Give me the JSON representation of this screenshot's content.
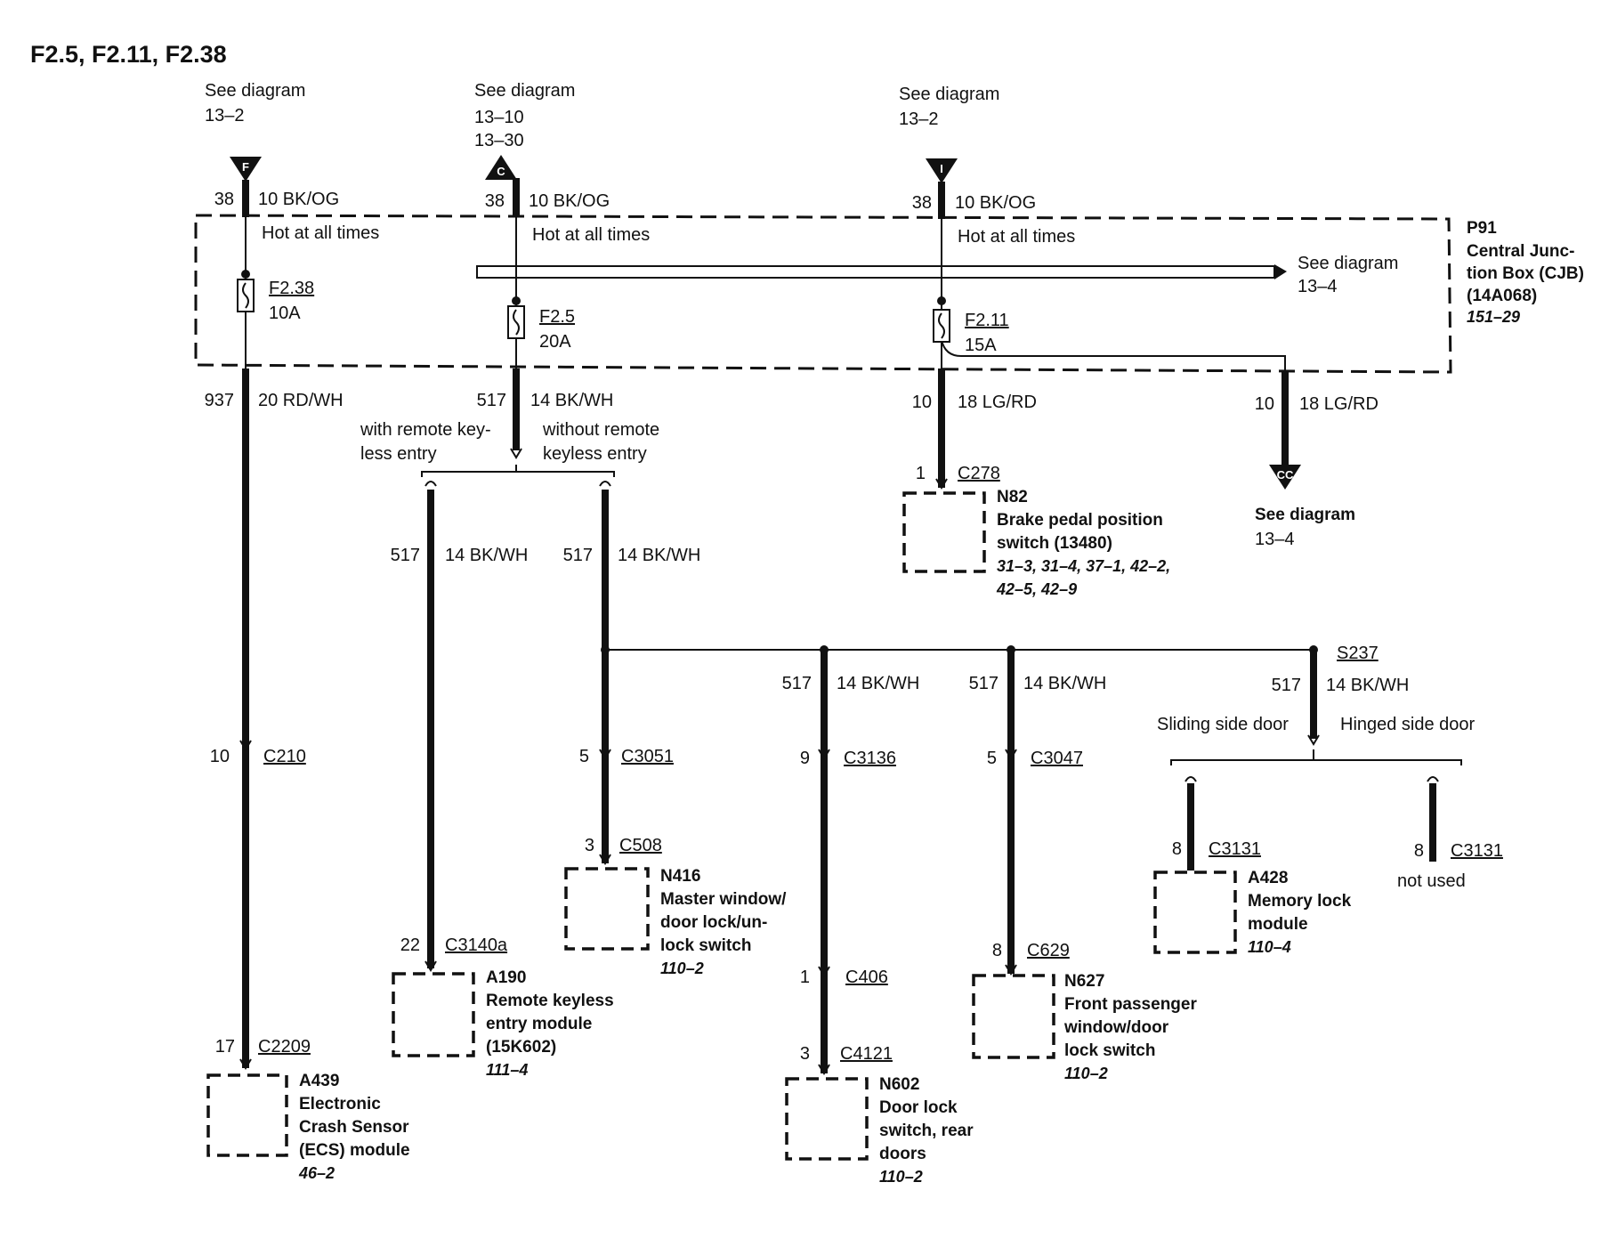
{
  "title": "F2.5, F2.11, F2.38",
  "see_diagram": "See diagram",
  "hot_at_all_times": "Hot at all times",
  "feeds": [
    {
      "ref": [
        "13–2"
      ],
      "marker": "F",
      "circuit": "38",
      "wire": "10 BK/OG"
    },
    {
      "ref": [
        "13–10",
        "13–30"
      ],
      "marker": "C",
      "circuit": "38",
      "wire": "10 BK/OG"
    },
    {
      "ref": [
        "13–2"
      ],
      "marker": "I",
      "circuit": "38",
      "wire": "10 BK/OG"
    }
  ],
  "junction_box": {
    "id": "P91",
    "name": [
      "Central Junc-",
      "tion Box (CJB)",
      "(14A068)"
    ],
    "page": "151–29"
  },
  "bus_ref": "13–4",
  "fuses": [
    {
      "id": "F2.38",
      "rating": "10A"
    },
    {
      "id": "F2.5",
      "rating": "20A"
    },
    {
      "id": "F2.11",
      "rating": "15A"
    }
  ],
  "fuse_outputs": [
    {
      "circuit": "937",
      "wire": "20 RD/WH"
    },
    {
      "circuit": "517",
      "wire": "14 BK/WH"
    },
    {
      "circuit": "10",
      "wire": "18 LG/RD"
    },
    {
      "circuit": "10",
      "wire": "18 LG/RD",
      "marker": "CC",
      "ref": "13–4"
    }
  ],
  "options": {
    "with_rke": [
      "with remote key-",
      "less entry"
    ],
    "without_rke": [
      "without remote",
      "keyless entry"
    ],
    "sliding": "Sliding side door",
    "hinged": "Hinged side door"
  },
  "mid_wires": [
    {
      "circuit": "517",
      "wire": "14 BK/WH"
    },
    {
      "circuit": "517",
      "wire": "14 BK/WH"
    }
  ],
  "branch_wires": [
    {
      "circuit": "517",
      "wire": "14 BK/WH"
    },
    {
      "circuit": "517",
      "wire": "14 BK/WH"
    },
    {
      "circuit": "517",
      "wire": "14 BK/WH"
    }
  ],
  "splice": "S237",
  "connectors": {
    "c210": {
      "pin": "10",
      "id": "C210"
    },
    "c2209": {
      "pin": "17",
      "id": "C2209"
    },
    "c3140a": {
      "pin": "22",
      "id": "C3140a"
    },
    "c3051": {
      "pin": "5",
      "id": "C3051"
    },
    "c508": {
      "pin": "3",
      "id": "C508"
    },
    "c3136": {
      "pin": "9",
      "id": "C3136"
    },
    "c406": {
      "pin": "1",
      "id": "C406"
    },
    "c4121": {
      "pin": "3",
      "id": "C4121"
    },
    "c3047": {
      "pin": "5",
      "id": "C3047"
    },
    "c629": {
      "pin": "8",
      "id": "C629"
    },
    "c278": {
      "pin": "1",
      "id": "C278"
    },
    "c3131a": {
      "pin": "8",
      "id": "C3131"
    },
    "c3131b": {
      "pin": "8",
      "id": "C3131",
      "note": "not used"
    }
  },
  "components": {
    "a439": {
      "id": "A439",
      "name": [
        "Electronic",
        "Crash Sensor",
        "(ECS) module"
      ],
      "page": "46–2"
    },
    "a190": {
      "id": "A190",
      "name": [
        "Remote keyless",
        "entry module",
        "(15K602)"
      ],
      "page": "111–4"
    },
    "n416": {
      "id": "N416",
      "name": [
        "Master window/",
        "door lock/un-",
        "lock switch"
      ],
      "page": "110–2"
    },
    "n602": {
      "id": "N602",
      "name": [
        "Door lock",
        "switch, rear",
        "doors"
      ],
      "page": "110–2"
    },
    "n627": {
      "id": "N627",
      "name": [
        "Front passenger",
        "window/door",
        "lock switch"
      ],
      "page": "110–2"
    },
    "n82": {
      "id": "N82",
      "name": [
        "Brake pedal position",
        "switch (13480)"
      ],
      "page": [
        "31–3, 31–4, 37–1,  42–2,",
        "42–5, 42–9"
      ]
    },
    "a428": {
      "id": "A428",
      "name": [
        "Memory lock",
        "module"
      ],
      "page": "110–4"
    }
  }
}
